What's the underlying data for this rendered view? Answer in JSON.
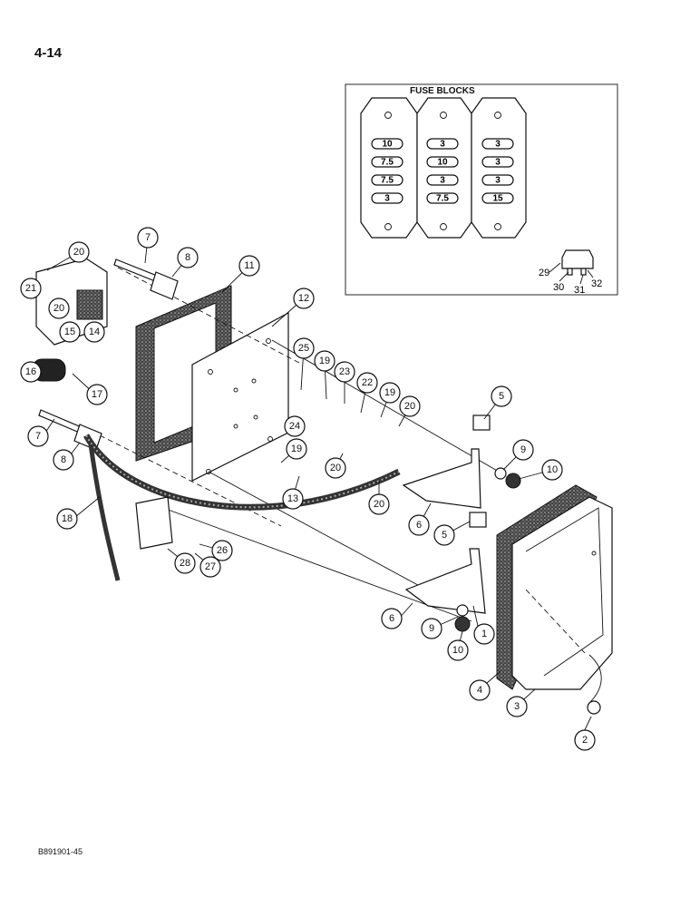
{
  "page_number": "4-14",
  "document_code": "B891901-45",
  "inset": {
    "title": "FUSE BLOCKS",
    "blocks": [
      {
        "ratings": [
          "10",
          "7.5",
          "7.5",
          "3"
        ]
      },
      {
        "ratings": [
          "3",
          "10",
          "3",
          "7.5"
        ]
      },
      {
        "ratings": [
          "3",
          "3",
          "3",
          "15"
        ]
      }
    ],
    "fuse_callouts": [
      "29",
      "30",
      "31",
      "32"
    ]
  },
  "callouts": [
    "1",
    "2",
    "3",
    "4",
    "5",
    "5",
    "6",
    "6",
    "7",
    "7",
    "8",
    "8",
    "9",
    "9",
    "10",
    "10",
    "11",
    "12",
    "13",
    "14",
    "15",
    "16",
    "17",
    "18",
    "19",
    "19",
    "19",
    "20",
    "20",
    "20",
    "20",
    "20",
    "21",
    "22",
    "23",
    "24",
    "25",
    "26",
    "27",
    "28"
  ]
}
